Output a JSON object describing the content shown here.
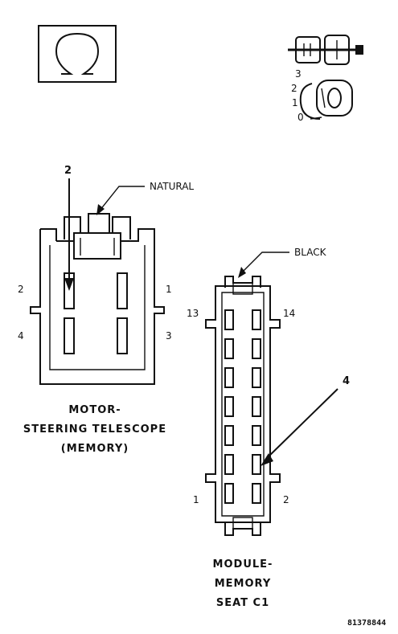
{
  "motor_connector": {
    "color_label": "NATURAL",
    "pin_2": "2",
    "pin_1": "1",
    "pin_4": "4",
    "pin_3": "3",
    "callout": "2",
    "caption_line1": "MOTOR-",
    "caption_line2": "STEERING TELESCOPE",
    "caption_line3": "(MEMORY)"
  },
  "module_connector": {
    "color_label": "BLACK",
    "pin_13": "13",
    "pin_14": "14",
    "pin_1": "1",
    "pin_2": "2",
    "callout": "4",
    "caption_line1": "MODULE-",
    "caption_line2": "MEMORY",
    "caption_line3": "SEAT C1"
  },
  "ignition": {
    "pos_3": "3",
    "pos_2": "2",
    "pos_1": "1",
    "pos_0": "0"
  },
  "figure_code": "81378844"
}
